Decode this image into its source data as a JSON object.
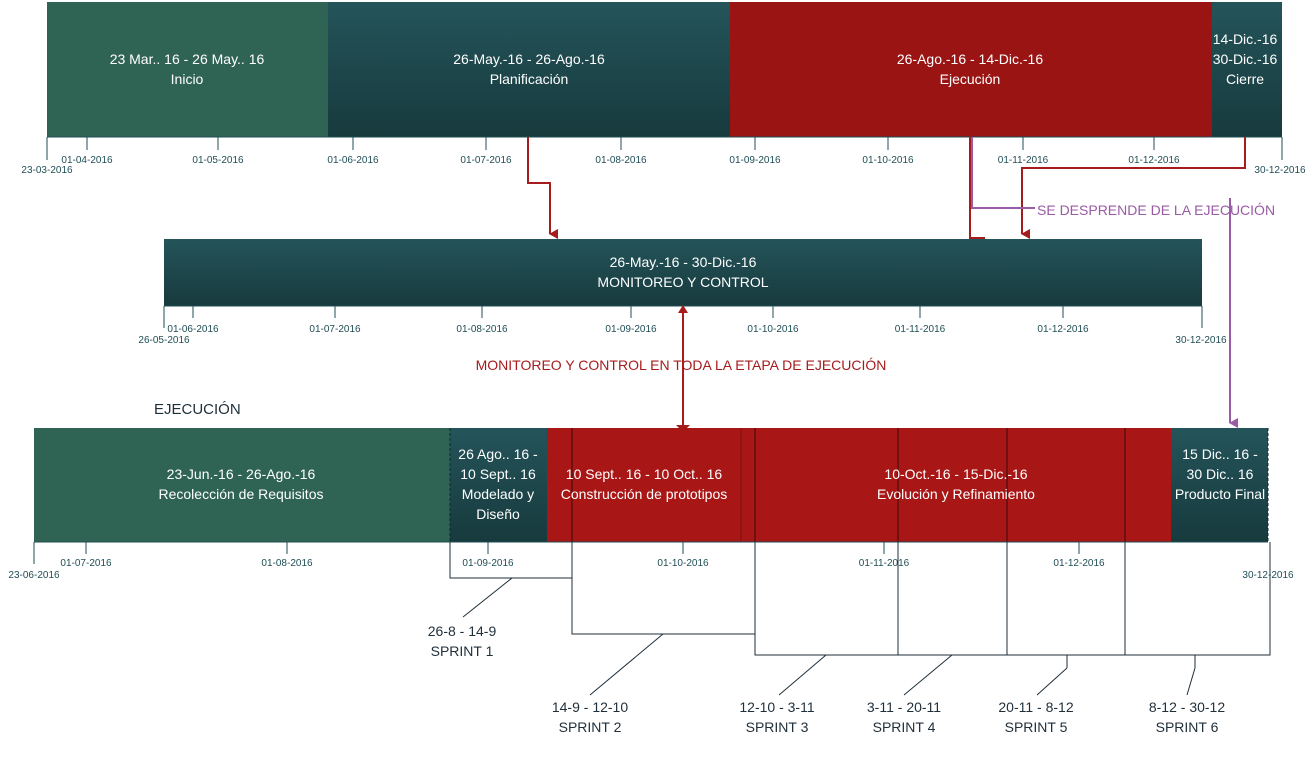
{
  "top_timeline": {
    "phases": [
      {
        "dates": "23 Mar.. 16 - 26 May.. 16",
        "name": "Inicio",
        "color": "#2f6354"
      },
      {
        "dates": "26-May.-16 - 26-Ago.-16",
        "name": "Planificación",
        "color": "#1f4a4e"
      },
      {
        "dates": "26-Ago.-16 - 14-Dic.-16",
        "name": "Ejecución",
        "color": "#9b1414"
      },
      {
        "dates_a": "14-Dic.-16",
        "dates_b": "30-Dic.-16",
        "name": "Cierre",
        "color": "#1d4448"
      }
    ],
    "ticks": [
      "01-04-2016",
      "01-05-2016",
      "01-06-2016",
      "01-07-2016",
      "01-08-2016",
      "01-09-2016",
      "01-10-2016",
      "01-11-2016",
      "01-12-2016"
    ],
    "start": "23-03-2016",
    "end": "30-12-2016"
  },
  "middle_timeline": {
    "dates": "26-May.-16 - 30-Dic.-16",
    "name": "MONITOREO Y CONTROL",
    "color": "#1d4448",
    "ticks": [
      "01-06-2016",
      "01-07-2016",
      "01-08-2016",
      "01-09-2016",
      "01-10-2016",
      "01-11-2016",
      "01-12-2016"
    ],
    "start": "26-05-2016",
    "end": "30-12-2016"
  },
  "annotations": {
    "desprende": "SE DESPRENDE DE LA EJECUCIÓN",
    "monitoreo": "MONITOREO Y CONTROL EN TODA LA ETAPA DE EJECUCIÓN",
    "section_title": "EJECUCIÓN"
  },
  "bottom_timeline": {
    "phases": [
      {
        "dates": "23-Jun.-16 - 26-Ago.-16",
        "name": "Recolección de Requisitos",
        "color": "#2f6354"
      },
      {
        "dates_a": "26 Ago.. 16 -",
        "dates_b": "10 Sept.. 16",
        "name_a": "Modelado y",
        "name_b": "Diseño",
        "color": "#1d4448"
      },
      {
        "dates": "10 Sept.. 16 - 10 Oct.. 16",
        "name": "Construcción de prototipos",
        "color": "#a81616"
      },
      {
        "dates": "10-Oct.-16 - 15-Dic.-16",
        "name": "Evolución y Refinamiento",
        "color": "#a81616"
      },
      {
        "dates_a": "15 Dic.. 16 -",
        "dates_b": "30 Dic.. 16",
        "name": "Producto Final",
        "color": "#1d4448"
      }
    ],
    "ticks": [
      "01-07-2016",
      "01-08-2016",
      "01-09-2016",
      "01-10-2016",
      "01-11-2016",
      "01-12-2016"
    ],
    "start": "23-06-2016",
    "end": "30-12-2016"
  },
  "sprints": [
    {
      "range": "26-8 - 14-9",
      "name": "SPRINT 1"
    },
    {
      "range": "14-9 - 12-10",
      "name": "SPRINT 2"
    },
    {
      "range": "12-10 - 3-11",
      "name": "SPRINT 3"
    },
    {
      "range": "3-11 - 20-11",
      "name": "SPRINT 4"
    },
    {
      "range": "20-11 - 8-12",
      "name": "SPRINT 5"
    },
    {
      "range": "8-12 - 30-12",
      "name": "SPRINT 6"
    }
  ],
  "colors": {
    "arrow_red": "#a61c1c",
    "arrow_purple": "#9b5aa6",
    "axis": "#1f4e55"
  }
}
